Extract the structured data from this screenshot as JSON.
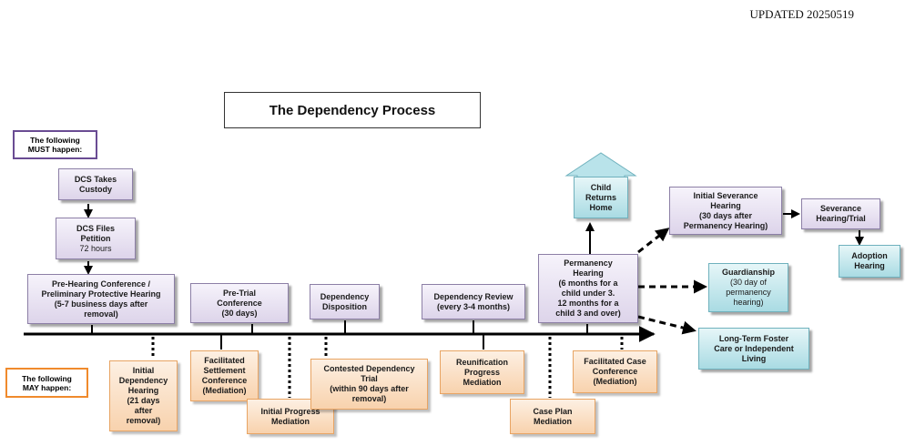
{
  "updated": "UPDATED 20250519",
  "title": "The Dependency Process",
  "must_label": [
    "The following",
    "MUST happen:"
  ],
  "may_label": [
    "The following",
    "MAY happen:"
  ],
  "must_steps": {
    "dcs_custody": [
      "DCS Takes",
      "Custody"
    ],
    "dcs_petition": [
      "DCS Files",
      "Petition"
    ],
    "dcs_petition_sub": "72 hours",
    "pre_hearing": [
      "Pre-Hearing Conference /",
      "Preliminary Protective Hearing",
      "(5-7 business days after",
      "removal)"
    ],
    "pre_trial": [
      "Pre-Trial",
      "Conference",
      "(30 days)"
    ],
    "disposition": [
      "Dependency",
      "Disposition"
    ],
    "review": [
      "Dependency Review",
      "(every 3-4 months)"
    ],
    "permanency": [
      "Permanency",
      "Hearing",
      "(6 months for a",
      "child under 3.",
      "12 months for a",
      "child 3 and over)"
    ]
  },
  "outcomes": {
    "child_returns": [
      "Child",
      "Returns",
      "Home"
    ],
    "initial_severance": [
      "Initial Severance",
      "Hearing",
      "(30 days after",
      "Permanency Hearing)"
    ],
    "severance_trial": [
      "Severance",
      "Hearing/Trial"
    ],
    "adoption": [
      "Adoption",
      "Hearing"
    ],
    "guardianship": [
      "Guardianship"
    ],
    "guardianship_sub": [
      "(30 day of",
      "permanency",
      "hearing)"
    ],
    "long_term": [
      "Long-Term Foster",
      "Care or Independent",
      "Living"
    ]
  },
  "may_steps": {
    "initial_dependency": [
      "Initial",
      "Dependency",
      "Hearing",
      "(21 days",
      "after",
      "removal)"
    ],
    "facilitated_settlement": [
      "Facilitated",
      "Settlement",
      "Conference",
      "(Mediation)"
    ],
    "initial_progress": [
      "Initial Progress",
      "Mediation"
    ],
    "contested": [
      "Contested Dependency",
      "Trial",
      "(within 90 days after",
      "removal)"
    ],
    "reunification": [
      "Reunification",
      "Progress",
      "Mediation"
    ],
    "case_plan": [
      "Case Plan",
      "Mediation"
    ],
    "facilitated_case": [
      "Facilitated Case",
      "Conference",
      "(Mediation)"
    ]
  }
}
